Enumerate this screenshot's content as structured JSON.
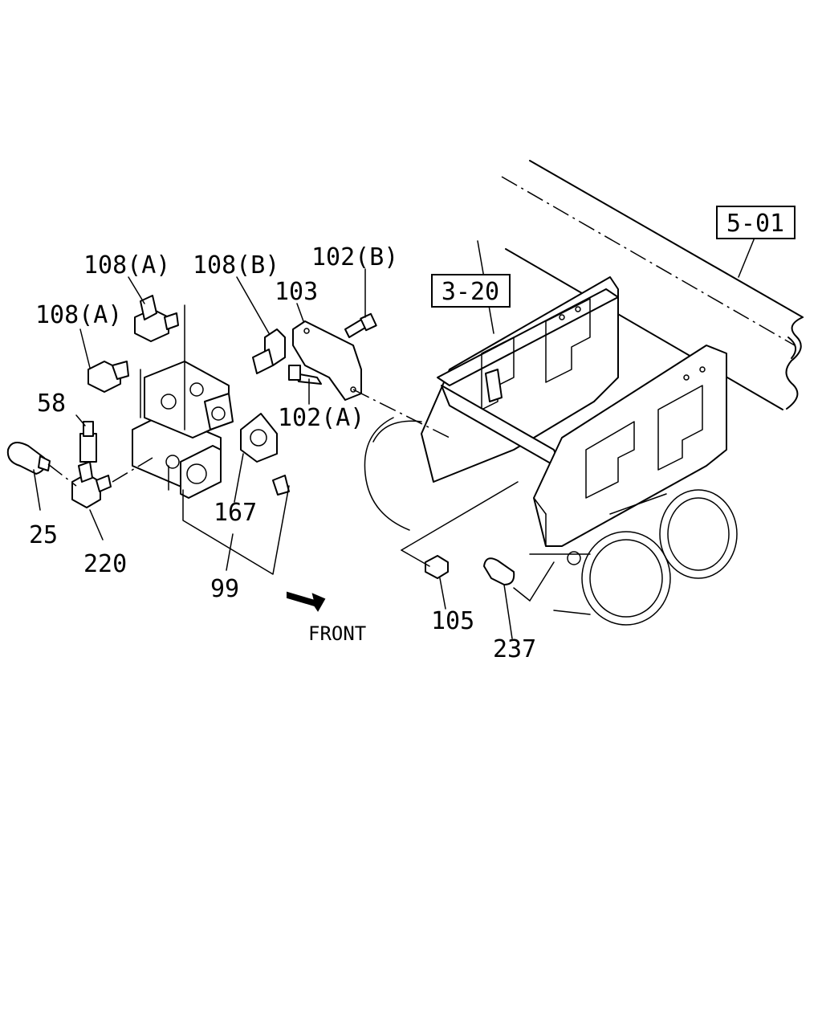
{
  "diagram": {
    "refs": {
      "ref_501": "5-01",
      "ref_320": "3-20"
    },
    "labels": {
      "p108a_top": "108(A)",
      "p108b": "108(B)",
      "p102b": "102(B)",
      "p103": "103",
      "p108a_left": "108(A)",
      "p58": "58",
      "p102a": "102(A)",
      "p25": "25",
      "p220": "220",
      "p167": "167",
      "p99": "99",
      "p105": "105",
      "p237": "237"
    },
    "front_label": "FRONT"
  }
}
